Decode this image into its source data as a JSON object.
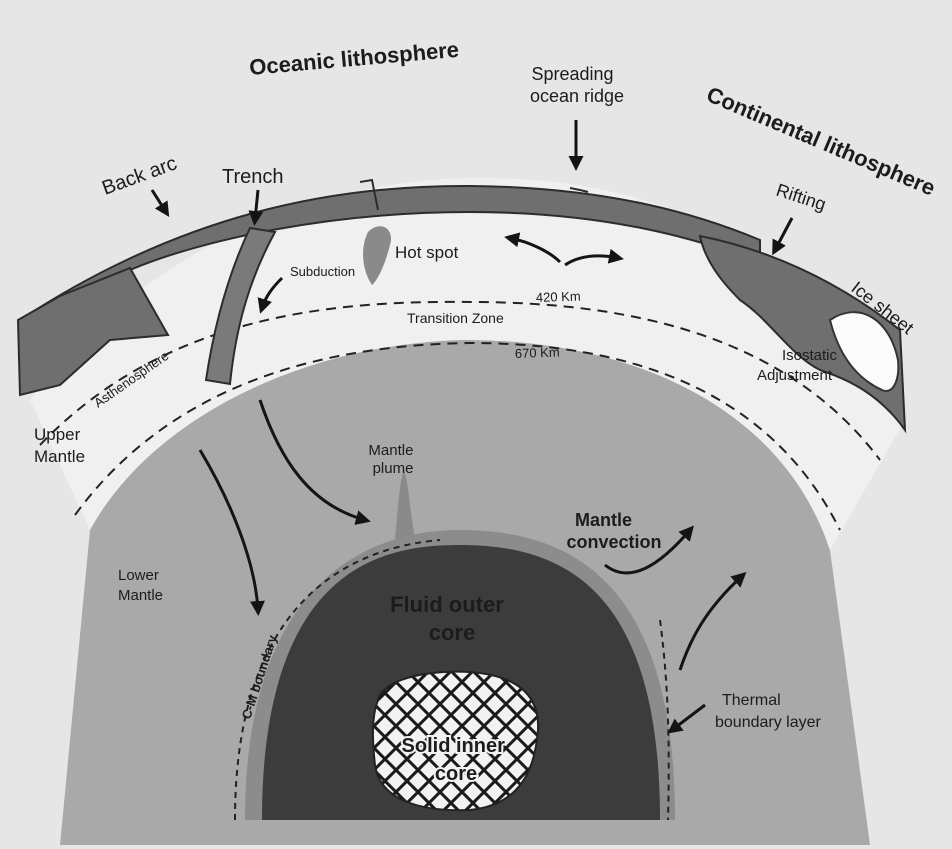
{
  "labels": {
    "oceanic_lithosphere": "Oceanic lithosphere",
    "spreading_ridge_1": "Spreading",
    "spreading_ridge_2": "ocean ridge",
    "continental_lithosphere": "Continental lithosphere",
    "back_arc": "Back arc",
    "trench": "Trench",
    "rifting": "Rifting",
    "subduction": "Subduction",
    "hot_spot": "Hot spot",
    "ice_sheet": "Ice sheet",
    "km_420": "420 Km",
    "transition_zone": "Transition Zone",
    "km_670": "670 Km",
    "isostatic_1": "Isostatic",
    "isostatic_2": "Adjustment",
    "asthenosphere": "Asthenosphere",
    "upper_mantle_1": "Upper",
    "upper_mantle_2": "Mantle",
    "mantle_plume_1": "Mantle",
    "mantle_plume_2": "plume",
    "mantle_convection_1": "Mantle",
    "mantle_convection_2": "convection",
    "lower_mantle_1": "Lower",
    "lower_mantle_2": "Mantle",
    "cm_boundary": "C-M boundary",
    "fluid_outer_core_1": "Fluid outer",
    "fluid_outer_core_2": "core",
    "solid_inner_core_1": "Solid inner",
    "solid_inner_core_2": "core",
    "thermal_1": "Thermal",
    "thermal_2": "boundary layer"
  },
  "colors": {
    "background": "#e6e6e6",
    "upper_mantle": "#f0f0f0",
    "lower_mantle": "#a9a9a9",
    "lithosphere": "#6f6f6f",
    "outer_core": "#3c3c3c",
    "core_rim": "#8c8c8c",
    "inner_core": "#f2f2f2",
    "ice_sheet": "#fbfbfb",
    "arrow": "#141414"
  }
}
